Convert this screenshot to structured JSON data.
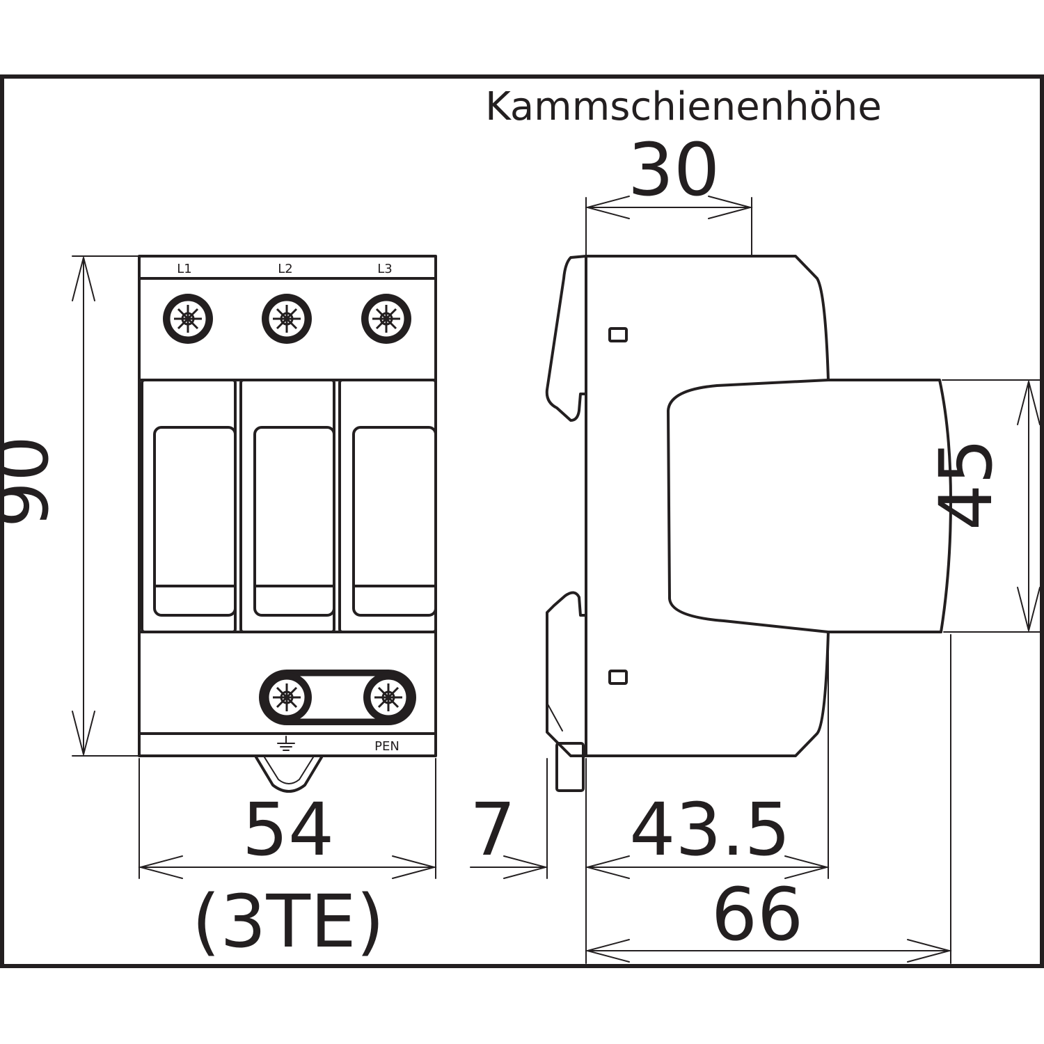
{
  "title": "Kammschienenhöhe",
  "terminals": {
    "top": [
      "L1",
      "L2",
      "L3"
    ],
    "bottom_label": "PEN",
    "ground_symbol": "ground-icon"
  },
  "dimensions": {
    "height_total": "90",
    "width_front": "54",
    "width_front_units": "(3TE)",
    "rail_offset": "7",
    "depth_partial": "43.5",
    "depth_total": "66",
    "comb_bar_height": "30",
    "module_height": "45"
  },
  "colors": {
    "line": "#231f20",
    "background": "#ffffff"
  }
}
